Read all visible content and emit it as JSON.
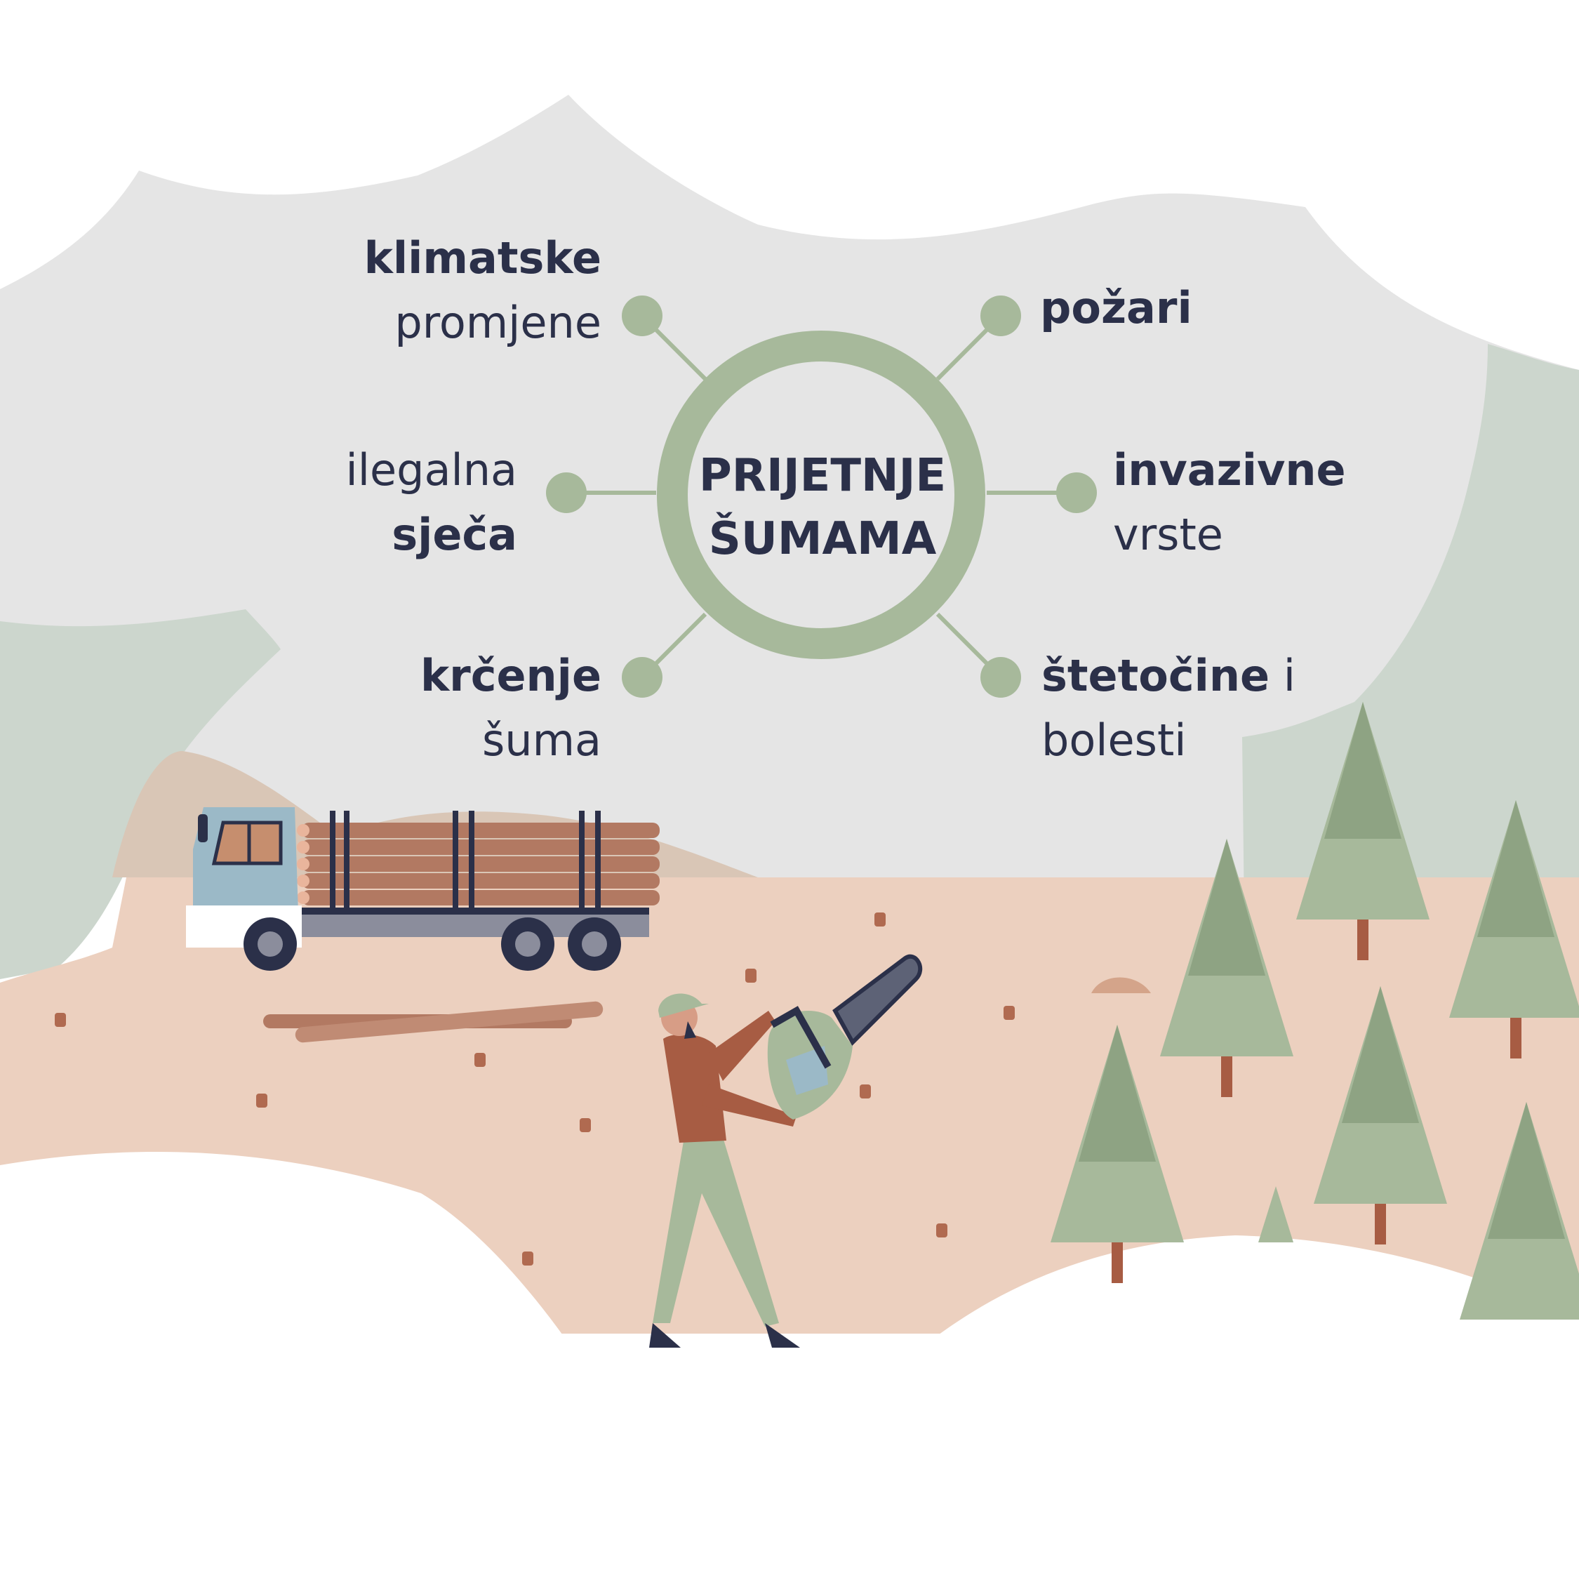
{
  "diagram": {
    "center": {
      "line1": "PRIJETNJE",
      "line2": "ŠUMAMA"
    },
    "threats": {
      "climate": {
        "bold": "klimatske",
        "normal": "promjene"
      },
      "fires": {
        "bold": "požari"
      },
      "illegal": {
        "normal": "ilegalna",
        "bold": "sječa"
      },
      "invasive": {
        "bold": "invazivne",
        "normal": "vrste"
      },
      "clearing": {
        "bold": "krčenje",
        "normal": "šuma"
      },
      "pests": {
        "bold": "štetočine",
        "normal_suffix": " i",
        "normal": "bolesti"
      }
    }
  },
  "colors": {
    "sky": "#e5e5e5",
    "green_texture": "#ccd6cd",
    "ground": "#ecd0bf",
    "hill": "#d9c6b6",
    "accent_green": "#a7b99b",
    "tree_dark": "#8ea383",
    "trunk": "#a75c43",
    "text_dark": "#2b3049",
    "truck_cab": "#9bb9c7",
    "log": "#b27962"
  },
  "icons": [
    "logging-truck-icon",
    "lumberjack-with-chainsaw-icon",
    "pine-tree-icon",
    "tree-stump-icon",
    "log-icon"
  ]
}
